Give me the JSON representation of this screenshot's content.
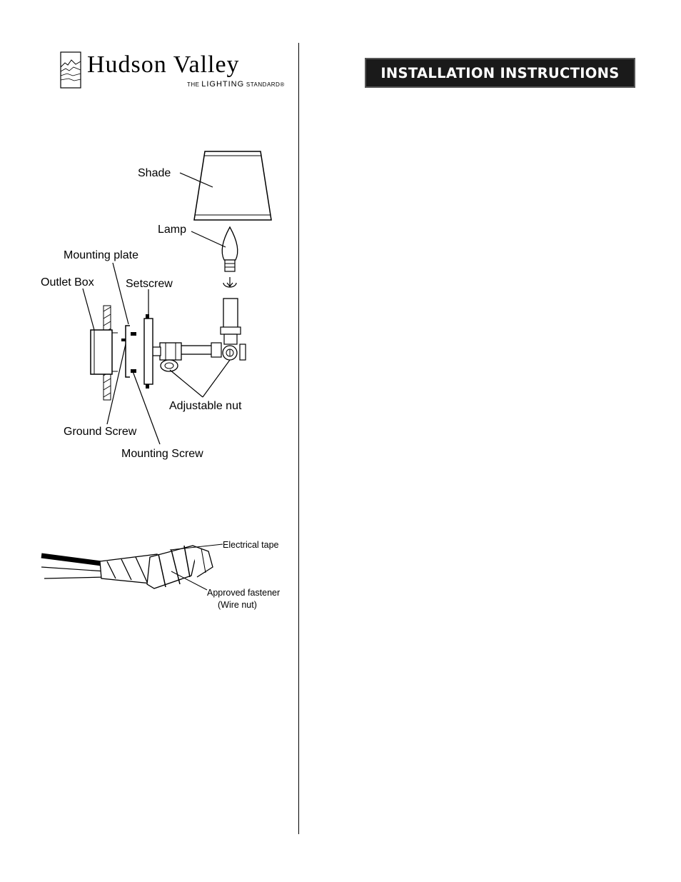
{
  "logo": {
    "name_first": "Hudson",
    "name_second": "Valley",
    "tagline_the": "THE",
    "tagline_lighting": "LIGHTING",
    "tagline_standard": "STANDARD®"
  },
  "header": {
    "title": "INSTALLATION INSTRUCTIONS"
  },
  "fixture_diagram": {
    "labels": {
      "shade": "Shade",
      "lamp": "Lamp",
      "mounting_plate": "Mounting plate",
      "outlet_box": "Outlet Box",
      "setscrew": "Setscrew",
      "adjustable_nut": "Adjustable nut",
      "ground_screw": "Ground Screw",
      "mounting_screw": "Mounting Screw"
    }
  },
  "wire_diagram": {
    "labels": {
      "electrical_tape": "Electrical tape",
      "approved_fastener": "Approved fastener",
      "wire_nut": "(Wire nut)"
    }
  }
}
